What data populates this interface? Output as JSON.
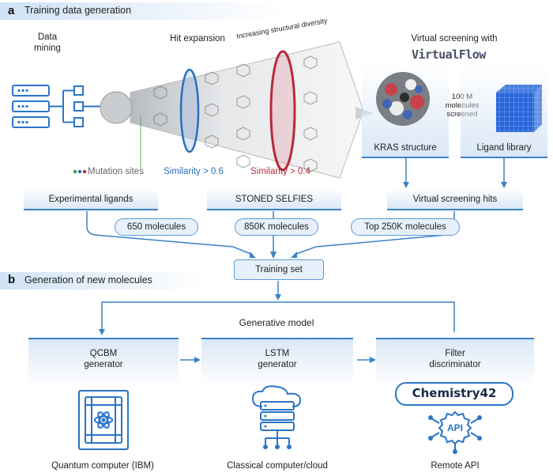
{
  "section_a": {
    "letter": "a",
    "title": "Training data generation"
  },
  "section_b": {
    "letter": "b",
    "title": "Generation of new molecules"
  },
  "data_mining": {
    "label_line1": "Data",
    "label_line2": "mining"
  },
  "hit_expansion": {
    "label": "Hit expansion",
    "arc_label": "Increasing structural diversity",
    "mutation_sites": "Mutation sites",
    "similarity_1": "Similarity > 0.6",
    "similarity_2": "Similarity > 0.4"
  },
  "virtual_screening": {
    "title": "Virtual screening with",
    "logo": "VirtualFlow",
    "screened_line1": "100 M",
    "screened_line2": "molecules",
    "screened_line3": "screened",
    "kras_label": "KRAS structure",
    "library_label": "Ligand library"
  },
  "sources": {
    "experimental": "Experimental ligands",
    "stoned": "STONED SELFIES",
    "vs_hits": "Virtual screening hits"
  },
  "counts": {
    "experimental": "650 molecules",
    "stoned": "850K molecules",
    "vs_hits": "Top 250K molecules"
  },
  "training_set": "Training set",
  "generative_model": "Generative model",
  "models": {
    "qcbm_line1": "QCBM",
    "qcbm_line2": "generator",
    "lstm_line1": "LSTM",
    "lstm_line2": "generator",
    "filter_line1": "Filter",
    "filter_line2": "discriminator",
    "chemistry_logo": "Chemistry42",
    "api_text": "API"
  },
  "hardware": {
    "quantum": "Quantum computer (IBM)",
    "classical": "Classical computer/cloud",
    "remote": "Remote API"
  },
  "colors": {
    "accent_blue": "#3b82c9",
    "light_blue": "#e8f1fb",
    "red": "#b62a3c",
    "dark_navy": "#1b2a4a"
  }
}
